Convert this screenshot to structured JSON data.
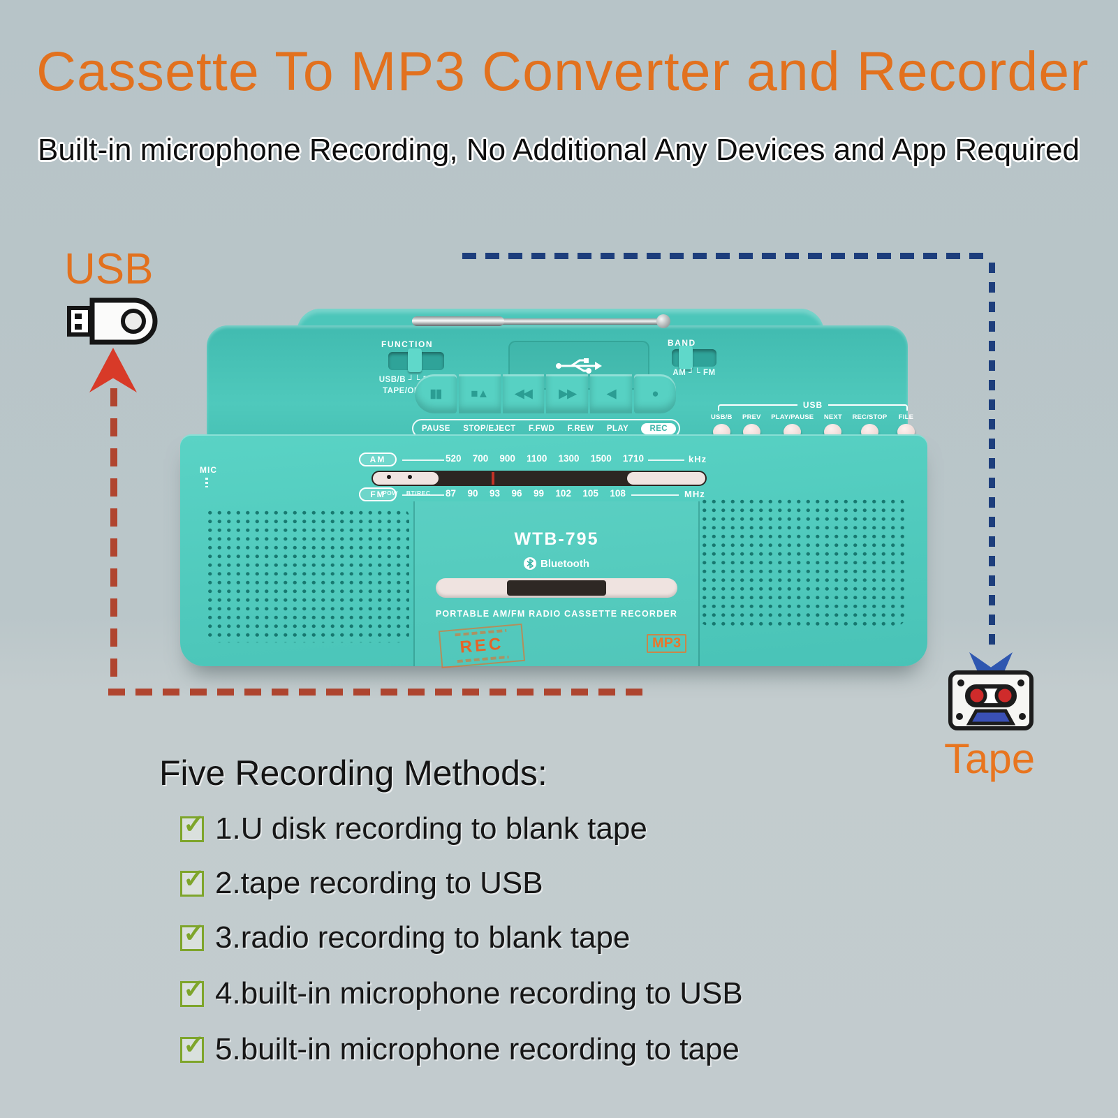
{
  "header": {
    "title": "Cassette To MP3 Converter and Recorder",
    "subtitle": "Built-in microphone Recording, No Additional Any Devices and  App Required"
  },
  "callouts": {
    "usb": "USB",
    "tape": "Tape"
  },
  "device": {
    "top_panel": {
      "function_label": "FUNCTION",
      "function_positions_top": "USB/B ┘└ RADIO",
      "function_positions_bottom": "TAPE/OFF",
      "band_label": "BAND",
      "band_positions": "AM ┘└ FM"
    },
    "tape_keys": {
      "icons": [
        "▮▮",
        "■▲",
        "◀◀",
        "▶▶",
        "◀",
        "●"
      ],
      "labels": [
        "PAUSE",
        "STOP/EJECT",
        "F.FWD",
        "F.REW",
        "PLAY",
        "REC"
      ]
    },
    "usb_controls": {
      "section_label": "USB",
      "buttons": [
        "USB/B",
        "PREV",
        "PLAY/PAUSE",
        "NEXT",
        "REC/STOP",
        "FILE"
      ]
    },
    "front_panel": {
      "mic_label": "MIC",
      "dial": {
        "am_label": "AM",
        "am_ticks": [
          "520",
          "700",
          "900",
          "1100",
          "1300",
          "1500",
          "1710"
        ],
        "am_unit": "kHz",
        "fm_label": "FM",
        "fm_ticks": [
          "87",
          "90",
          "93",
          "96",
          "99",
          "102",
          "105",
          "108"
        ],
        "fm_unit": "MHz",
        "power_label": "POW",
        "btrec_label": "BT/REC"
      },
      "model": "WTB-795",
      "bluetooth_label": "Bluetooth",
      "product_line": "PORTABLE AM/FM RADIO CASSETTE RECORDER",
      "rec_stamp": "REC",
      "mp3_badge": "MP3"
    }
  },
  "methods": {
    "heading": "Five Recording Methods:",
    "check_glyph": "✓",
    "items": [
      "1.U disk recording to blank tape",
      "2.tape recording to USB",
      "3.radio recording to blank tape",
      "4.built-in microphone recording to USB",
      "5.built-in microphone recording to tape"
    ]
  },
  "colors": {
    "accent_orange": "#E2711E",
    "device_teal": "#54CFC1",
    "dash_red": "#B0452F",
    "arrow_red": "#D83A28",
    "dash_blue": "#1D3E7C",
    "arrow_blue": "#2F57B0",
    "check_green": "#7EA52B"
  }
}
